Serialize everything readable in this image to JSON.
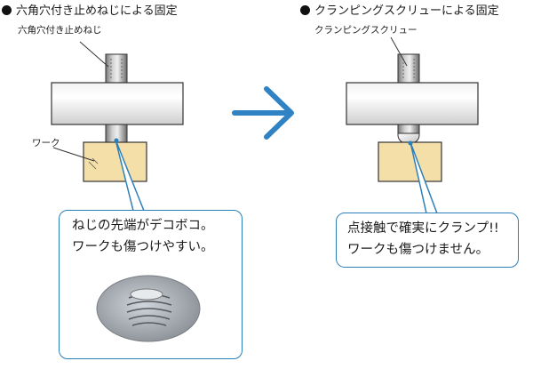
{
  "left_panel": {
    "heading": "六角穴付き止めねじによる固定",
    "screw_label": "六角穴付き止めねじ",
    "work_label": "ワーク",
    "callout_line1": "ねじの先端がデコボコ。",
    "callout_line2": "ワークも傷つけやすい。"
  },
  "right_panel": {
    "heading": "クランピングスクリューによる固定",
    "screw_label": "クランピングスクリュー",
    "callout_line1": "点接触で確実にクランプ!!",
    "callout_line2": "ワークも傷つけません。"
  },
  "colors": {
    "arrow": "#2f82c4",
    "callout_border": "#2c7fb8",
    "work_fill": "#f5dfa8",
    "shaft_fill": "#dcdcdc"
  }
}
